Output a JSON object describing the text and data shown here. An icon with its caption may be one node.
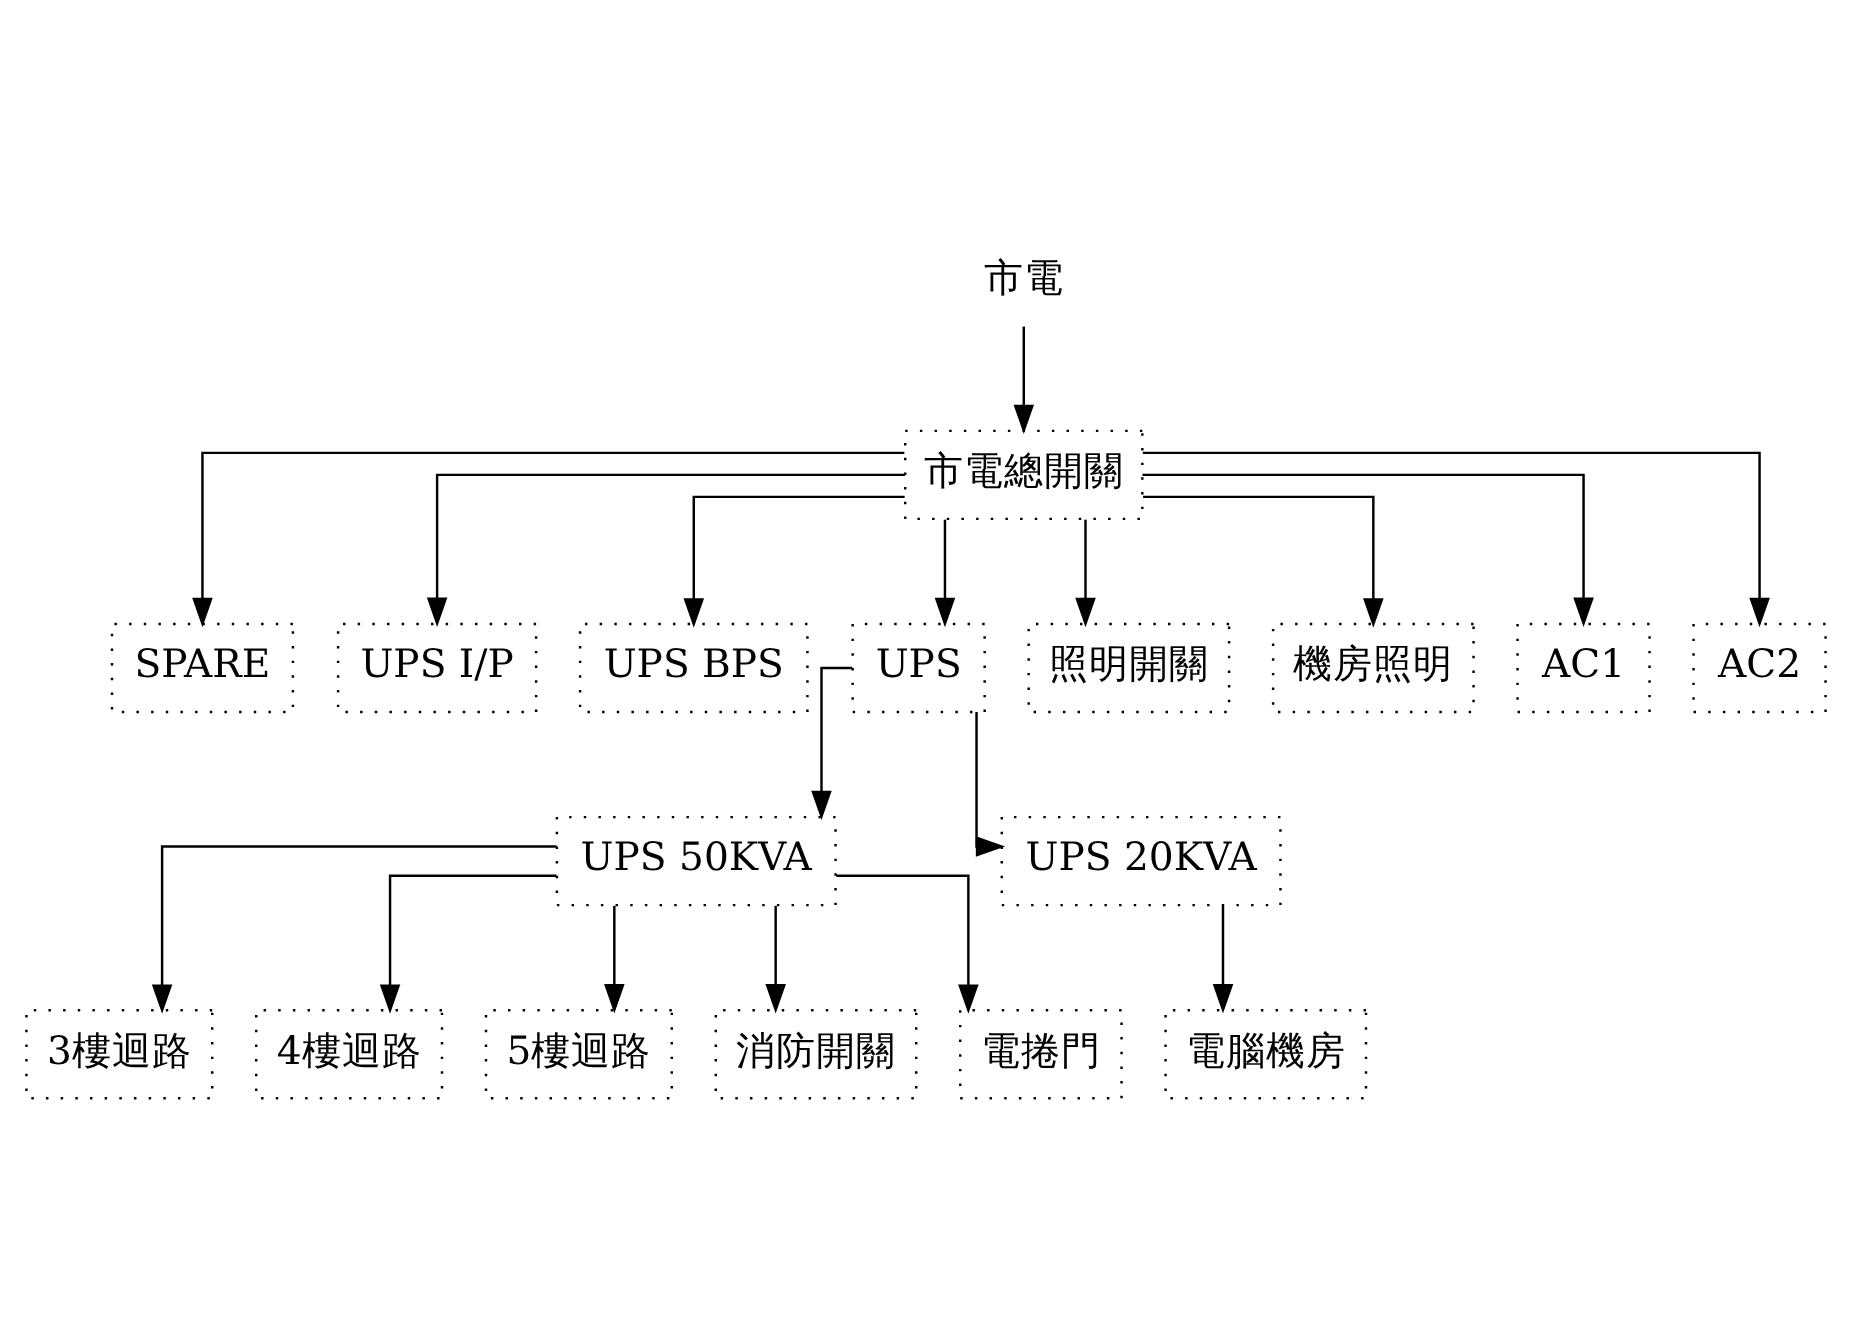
{
  "diagram": {
    "nodes": [
      {
        "text": [
          "市電"
        ]
      },
      {
        "text": [
          "市電總開關"
        ]
      },
      {
        "text": [
          "SPARE"
        ]
      },
      {
        "text": [
          "UPS I/P"
        ]
      },
      {
        "text": [
          "UPS BPS"
        ]
      },
      {
        "text": [
          "UPS"
        ]
      },
      {
        "text": [
          "照明開關"
        ]
      },
      {
        "text": [
          "機房照明"
        ]
      },
      {
        "text": [
          "AC1"
        ]
      },
      {
        "text": [
          "AC2"
        ]
      },
      {
        "text": [
          "UPS 50KVA"
        ]
      },
      {
        "text": [
          "UPS 20KVA"
        ]
      },
      {
        "text": [
          "3樓迴路"
        ]
      },
      {
        "text": [
          "4樓迴路"
        ]
      },
      {
        "text": [
          "5樓迴路"
        ]
      },
      {
        "text": [
          "消防開關"
        ]
      },
      {
        "text": [
          "電捲門"
        ]
      },
      {
        "text": [
          "電腦機房"
        ]
      }
    ],
    "edges": [
      {
        "from": 0,
        "to": 1,
        "arrow": "to"
      },
      {
        "from": 1,
        "to": 2,
        "arrow": "to"
      },
      {
        "from": 1,
        "to": 3,
        "arrow": "to"
      },
      {
        "from": 1,
        "to": 4,
        "arrow": "to"
      },
      {
        "from": 1,
        "to": 5,
        "arrow": "to"
      },
      {
        "from": 1,
        "to": 6,
        "arrow": "to"
      },
      {
        "from": 1,
        "to": 7,
        "arrow": "to"
      },
      {
        "from": 1,
        "to": 8,
        "arrow": "to"
      },
      {
        "from": 1,
        "to": 9,
        "arrow": "to"
      },
      {
        "from": 5,
        "to": 10,
        "arrow": "to"
      },
      {
        "from": 5,
        "to": 11,
        "arrow": "to"
      },
      {
        "from": 10,
        "to": 12,
        "arrow": "to"
      },
      {
        "from": 10,
        "to": 13,
        "arrow": "to"
      },
      {
        "from": 10,
        "to": 14,
        "arrow": "to"
      },
      {
        "from": 10,
        "to": 15,
        "arrow": "to"
      },
      {
        "from": 10,
        "to": 16,
        "arrow": "to"
      },
      {
        "from": 11,
        "to": 17,
        "arrow": "to"
      }
    ]
  }
}
